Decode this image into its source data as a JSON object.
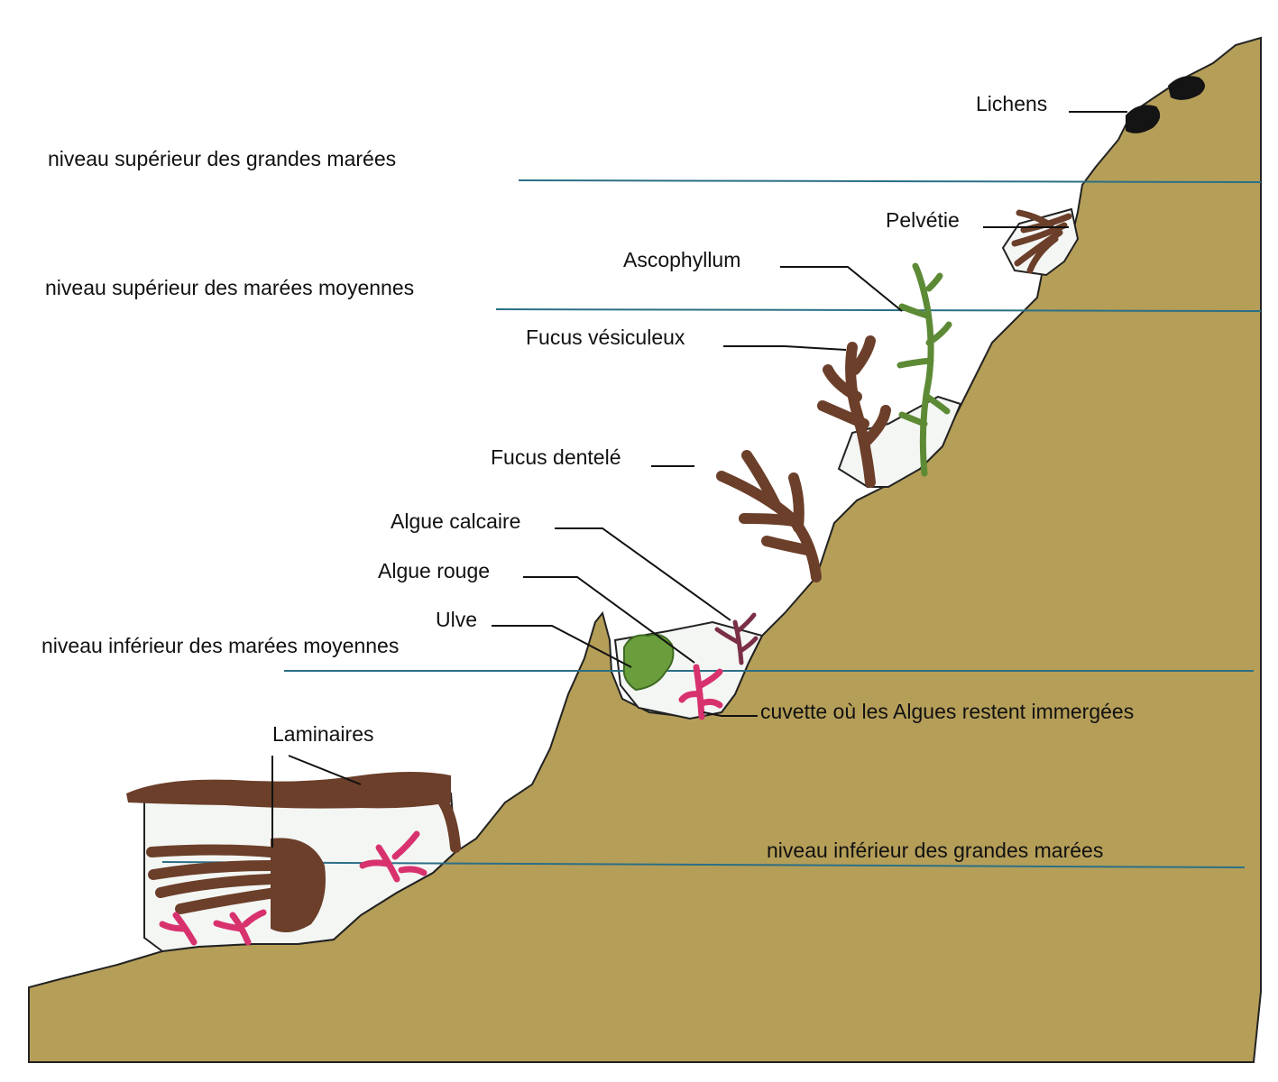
{
  "colors": {
    "rock": "#b59e58",
    "rock_edge": "#222222",
    "tide_line": "#2b6f86",
    "brown_alga": "#6b3f2a",
    "olive_alga": "#5d8a35",
    "ulve": "#6a9e3c",
    "red_alga": "#d8326e",
    "lichen": "#141414",
    "water_pocket": "#f4f6f4"
  },
  "tide_levels": {
    "high_spring": "niveau supérieur des grandes marées",
    "high_neap": "niveau supérieur des marées moyennes",
    "low_neap": "niveau inférieur des marées moyennes",
    "low_spring": "niveau inférieur des grandes marées"
  },
  "organisms": {
    "lichens": "Lichens",
    "pelvetie": "Pelvétie",
    "ascophyllum": "Ascophyllum",
    "fucus_vesiculeux": "Fucus vésiculeux",
    "fucus_dentele": "Fucus dentelé",
    "algue_calcaire": "Algue calcaire",
    "algue_rouge": "Algue rouge",
    "ulve": "Ulve",
    "laminaires": "Laminaires"
  },
  "features": {
    "cuvette": "cuvette où les  Algues restent immergées"
  }
}
